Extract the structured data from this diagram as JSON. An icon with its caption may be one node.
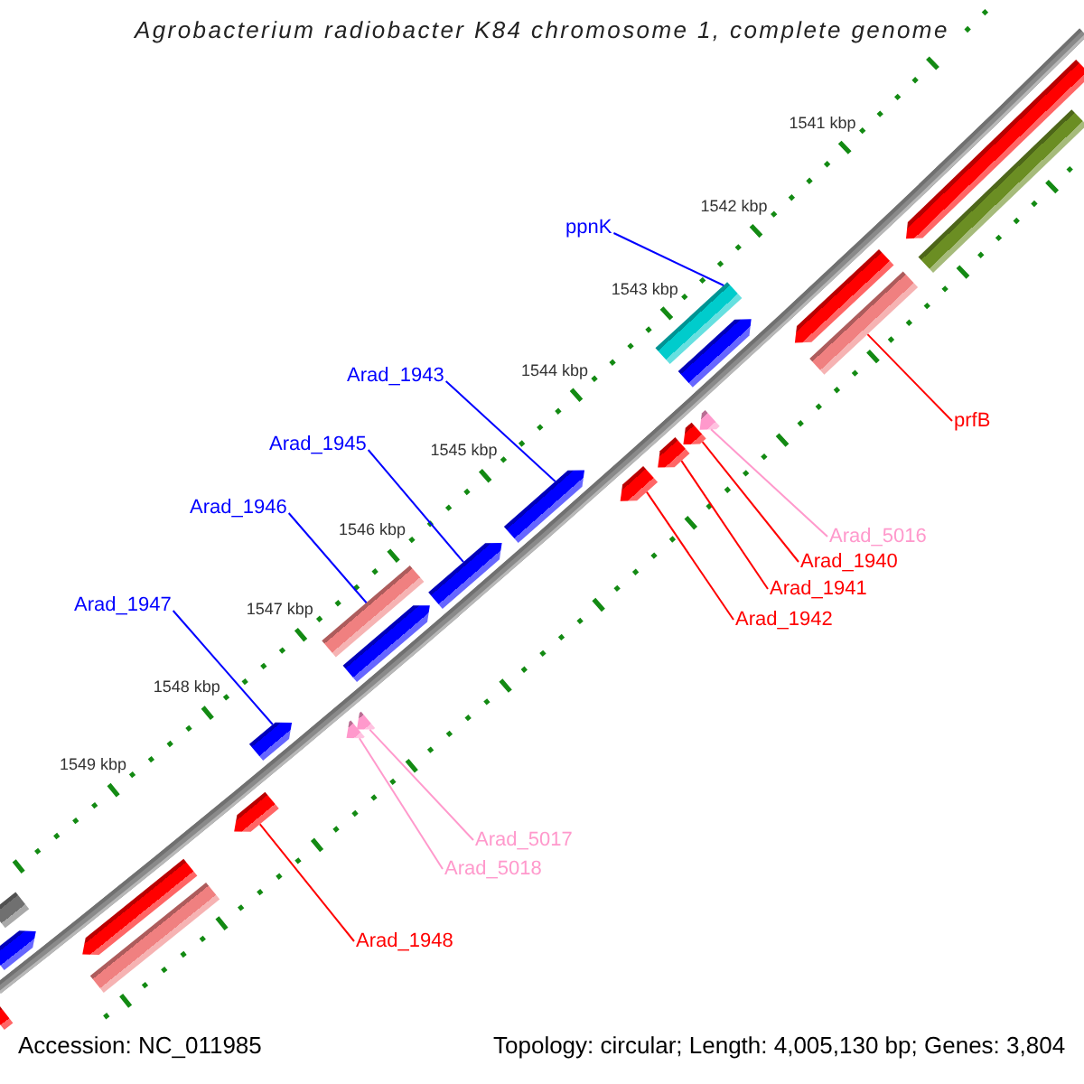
{
  "diagram": {
    "title": "Agrobacterium radiobacter K84 chromosome 1, complete genome",
    "nodes": [
      {
        "text": [],
        "shape": "pentagon"
      },
      {
        "text": [],
        "shape": "bar"
      },
      {
        "text": [
          "ppnK"
        ]
      },
      {
        "text": [],
        "shape": "pentagon"
      },
      {
        "text": [],
        "shape": "bar"
      },
      {
        "text": [],
        "shape": "bar"
      },
      {
        "text": [],
        "shape": "pentagon"
      },
      {
        "text": [
          "Arad_1943"
        ]
      },
      {
        "text": [
          "prfB"
        ]
      },
      {
        "text": [],
        "shape": "pentagon"
      },
      {
        "text": [],
        "shape": "pentagon"
      },
      {
        "text": [
          "Arad_1945"
        ]
      },
      {
        "text": [],
        "shape": "pentagon"
      },
      {
        "text": [],
        "shape": "pentagon"
      },
      {
        "text": [],
        "shape": "pentagon"
      },
      {
        "text": [
          "Arad_1946"
        ]
      },
      {
        "text": [
          "Arad_5016"
        ]
      },
      {
        "text": [],
        "shape": "pentagon"
      },
      {
        "text": [
          "Arad_1940"
        ]
      },
      {
        "text": [],
        "shape": "bar"
      },
      {
        "text": [
          "Arad_1941"
        ]
      },
      {
        "text": [
          "Arad_1947"
        ]
      },
      {
        "text": [],
        "shape": "pentagon"
      },
      {
        "text": [
          "Arad_1942"
        ]
      },
      {
        "text": [],
        "shape": "pentagon"
      },
      {
        "text": [],
        "shape": "pentagon"
      },
      {
        "text": [],
        "shape": "pentagon"
      },
      {
        "text": [],
        "shape": "pentagon"
      },
      {
        "text": [
          "Arad_5017"
        ]
      },
      {
        "text": [],
        "shape": "pentagon"
      },
      {
        "text": [
          "Arad_5018"
        ]
      },
      {
        "text": [],
        "shape": "bar"
      },
      {
        "text": [],
        "shape": "bar"
      },
      {
        "text": [],
        "shape": "pentagon"
      },
      {
        "text": [
          "Arad_1948"
        ]
      },
      {
        "text": [],
        "shape": "bar"
      }
    ],
    "edges": [
      {
        "from": 2,
        "to": 5,
        "arrow": "none"
      },
      {
        "from": 7,
        "to": 13,
        "arrow": "none"
      },
      {
        "from": 8,
        "to": 4,
        "arrow": "none",
        "color": "#ff0000"
      },
      {
        "from": 11,
        "to": 17,
        "arrow": "none"
      },
      {
        "from": 15,
        "to": 19,
        "arrow": "none"
      },
      {
        "from": 16,
        "to": 9,
        "arrow": "none",
        "color": "#ff99cc"
      },
      {
        "from": 18,
        "to": 10,
        "arrow": "none",
        "color": "#ff0000"
      },
      {
        "from": 20,
        "to": 12,
        "arrow": "none",
        "color": "#ff0000"
      },
      {
        "from": 21,
        "to": 25,
        "arrow": "none"
      },
      {
        "from": 23,
        "to": 14,
        "arrow": "none",
        "color": "#ff0000"
      },
      {
        "from": 28,
        "to": 24,
        "arrow": "none",
        "color": "#ff99cc"
      },
      {
        "from": 30,
        "to": 26,
        "arrow": "none",
        "color": "#ff99cc"
      },
      {
        "from": 34,
        "to": 27,
        "arrow": "none",
        "color": "#ff0000"
      }
    ],
    "labels": [
      "1541 kbp",
      "1542 kbp",
      "1543 kbp",
      "1544 kbp",
      "1545 kbp",
      "1546 kbp",
      "1547 kbp",
      "1548 kbp",
      "1549 kbp",
      "Accession: NC_011985",
      "Topology: circular; Length: 4,005,130 bp; Genes: 3,804"
    ]
  }
}
